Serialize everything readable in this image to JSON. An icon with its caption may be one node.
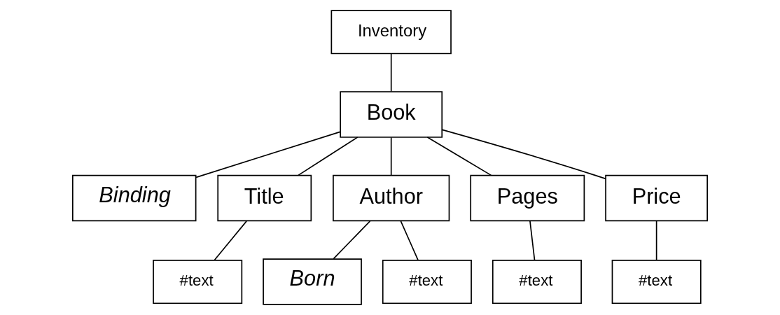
{
  "diagram": {
    "nodes": [
      {
        "text": [
          "Inventory"
        ]
      },
      {
        "text": [
          "Book"
        ]
      },
      {
        "text": [
          "Binding"
        ]
      },
      {
        "text": [
          "Title"
        ]
      },
      {
        "text": [
          "Author"
        ]
      },
      {
        "text": [
          "Pages"
        ]
      },
      {
        "text": [
          "Price"
        ]
      },
      {
        "text": [
          "#text"
        ]
      },
      {
        "text": [
          "Born"
        ]
      },
      {
        "text": [
          "#text"
        ]
      },
      {
        "text": [
          "#text"
        ]
      },
      {
        "text": [
          "#text"
        ]
      }
    ],
    "edges": [
      {
        "from": 0,
        "to": 1,
        "arrow": "none"
      },
      {
        "from": 1,
        "to": 2,
        "arrow": "none"
      },
      {
        "from": 1,
        "to": 3,
        "arrow": "none"
      },
      {
        "from": 1,
        "to": 4,
        "arrow": "none"
      },
      {
        "from": 1,
        "to": 5,
        "arrow": "none"
      },
      {
        "from": 1,
        "to": 6,
        "arrow": "none"
      },
      {
        "from": 3,
        "to": 7,
        "arrow": "none"
      },
      {
        "from": 4,
        "to": 8,
        "arrow": "none"
      },
      {
        "from": 4,
        "to": 9,
        "arrow": "none"
      },
      {
        "from": 5,
        "to": 10,
        "arrow": "none"
      },
      {
        "from": 6,
        "to": 11,
        "arrow": "none"
      }
    ]
  }
}
